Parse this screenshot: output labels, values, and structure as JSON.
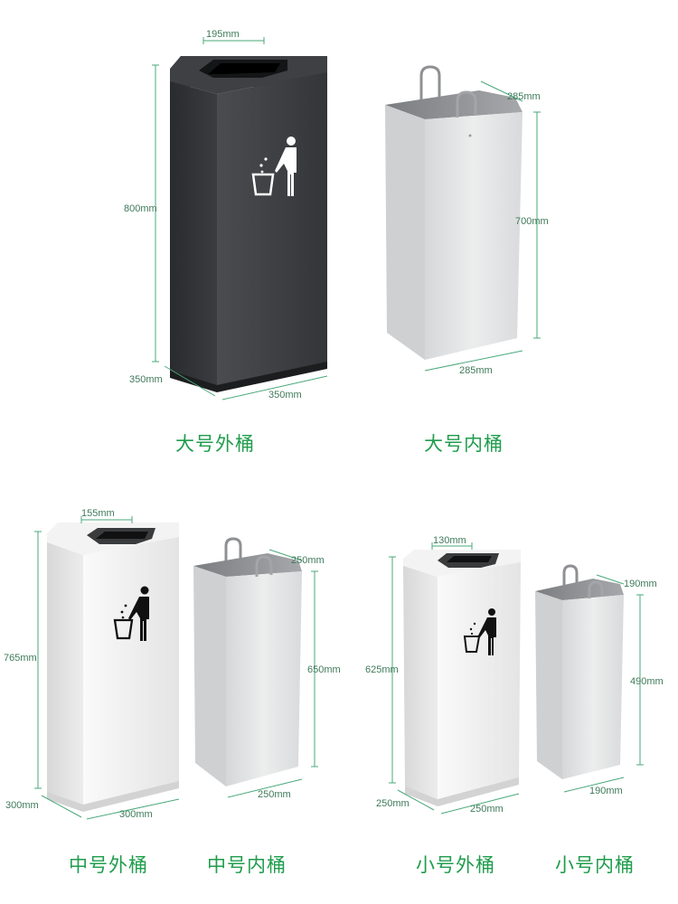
{
  "large": {
    "outer": {
      "caption": "大号外桶",
      "top_opening": "195mm",
      "height": "800mm",
      "depth": "350mm",
      "width": "350mm",
      "color": "#3b3d40"
    },
    "inner": {
      "caption": "大号内桶",
      "top_depth": "285mm",
      "height": "700mm",
      "bottom_width": "285mm"
    }
  },
  "medium": {
    "outer": {
      "caption": "中号外桶",
      "top_opening": "155mm",
      "height": "765mm",
      "depth": "300mm",
      "width": "300mm",
      "color": "#f1f1f1"
    },
    "inner": {
      "caption": "中号内桶",
      "top_depth": "250mm",
      "height": "650mm",
      "bottom_width": "250mm"
    }
  },
  "small": {
    "outer": {
      "caption": "小号外桶",
      "top_opening": "130mm",
      "height": "625mm",
      "depth": "250mm",
      "width": "250mm",
      "color": "#efefef"
    },
    "inner": {
      "caption": "小号内桶",
      "top_depth": "190mm",
      "height": "490mm",
      "bottom_width": "190mm"
    }
  },
  "icons": {
    "bin_symbol": "person-throwing-trash-icon",
    "handle": "bucket-handle-icon"
  },
  "colors": {
    "caption_green": "#1f9d4c",
    "dimension_green": "#4aa87a",
    "inner_bucket": "#e2e3e5"
  }
}
